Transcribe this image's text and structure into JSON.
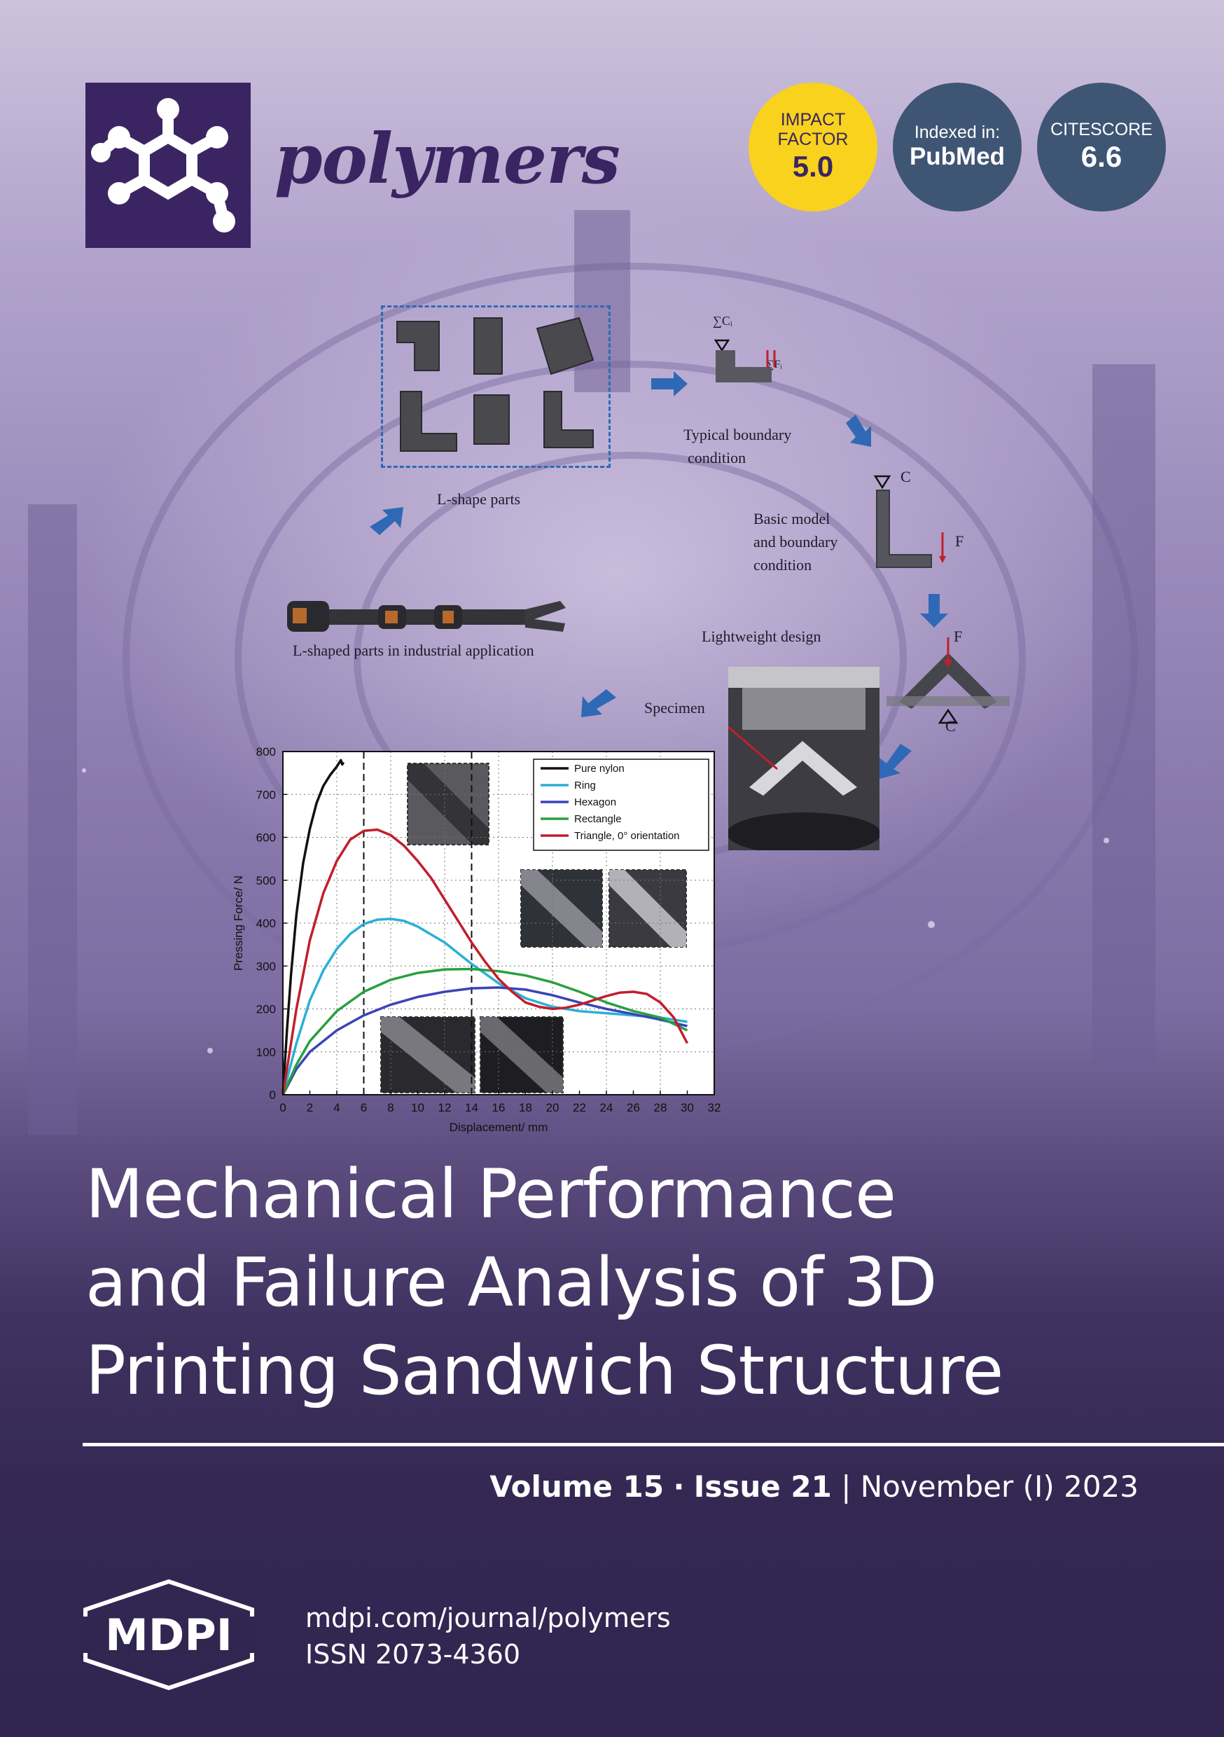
{
  "journal": {
    "name": "polymers"
  },
  "badges": {
    "impact": {
      "line1": "IMPACT",
      "line2": "FACTOR",
      "value": "5.0"
    },
    "indexed": {
      "line1": "Indexed in:",
      "value": "PubMed"
    },
    "citescore": {
      "line1": "CITESCORE",
      "value": "6.6"
    }
  },
  "colors": {
    "brand": "#3a2562",
    "impact_badge": "#f8d21c",
    "index_badge": "#3f5574",
    "footer_bg": "#302650"
  },
  "graphical_abstract": {
    "lshape_parts": "L-shape parts",
    "industrial": "L-shaped parts in industrial application",
    "typical_boundary": [
      "Typical boundary",
      "condition"
    ],
    "basic_model": [
      "Basic model",
      "and boundary",
      "condition"
    ],
    "lightweight": "Lightweight design",
    "specimen": "Specimen",
    "sum_c": "∑Cᵢ",
    "sum_f": "∑Fᵢ",
    "label_c": "C",
    "label_f": "F"
  },
  "chart_data": {
    "type": "line",
    "xlabel": "Displacement/ mm",
    "ylabel": "Pressing Force/ N",
    "xlim": [
      0,
      32
    ],
    "ylim": [
      0,
      800
    ],
    "xticks": [
      0,
      2,
      4,
      6,
      8,
      10,
      12,
      14,
      16,
      18,
      20,
      22,
      24,
      26,
      28,
      30,
      32
    ],
    "yticks": [
      0,
      100,
      200,
      300,
      400,
      500,
      600,
      700,
      800
    ],
    "grid": true,
    "legend_position": "top-right",
    "series": [
      {
        "name": "Pure nylon",
        "color": "#111111",
        "x": [
          0,
          0.3,
          0.6,
          1.0,
          1.5,
          2.0,
          2.5,
          3.0,
          3.5,
          4.0,
          4.3,
          4.4,
          4.5
        ],
        "y": [
          0,
          150,
          280,
          420,
          540,
          620,
          680,
          720,
          745,
          765,
          780,
          770,
          775
        ]
      },
      {
        "name": "Ring",
        "color": "#2ab0d6",
        "x": [
          0,
          1,
          2,
          3,
          4,
          5,
          6,
          7,
          8,
          9,
          10,
          12,
          14,
          16,
          18,
          20,
          22,
          24,
          26,
          28,
          30
        ],
        "y": [
          0,
          120,
          220,
          290,
          340,
          375,
          398,
          408,
          410,
          405,
          392,
          355,
          305,
          260,
          225,
          205,
          195,
          190,
          185,
          180,
          170
        ]
      },
      {
        "name": "Hexagon",
        "color": "#3a44b8",
        "x": [
          0,
          1,
          2,
          4,
          6,
          8,
          10,
          12,
          14,
          16,
          18,
          20,
          22,
          24,
          26,
          28,
          30
        ],
        "y": [
          0,
          60,
          100,
          150,
          185,
          210,
          228,
          240,
          248,
          250,
          245,
          232,
          215,
          200,
          188,
          175,
          160
        ]
      },
      {
        "name": "Rectangle",
        "color": "#27a040",
        "x": [
          0,
          1,
          2,
          4,
          6,
          8,
          10,
          12,
          14,
          16,
          18,
          20,
          22,
          24,
          26,
          28,
          30
        ],
        "y": [
          0,
          70,
          125,
          195,
          240,
          268,
          284,
          292,
          293,
          288,
          278,
          262,
          240,
          215,
          195,
          180,
          150
        ]
      },
      {
        "name": "Triangle, 0° orientation",
        "color": "#c21e2b",
        "x": [
          0,
          1,
          2,
          3,
          4,
          5,
          6,
          7,
          8,
          9,
          10,
          11,
          12,
          13,
          14,
          15,
          16,
          17,
          18,
          19,
          20,
          21,
          22,
          23,
          24,
          25,
          26,
          27,
          28,
          29,
          30
        ],
        "y": [
          0,
          200,
          360,
          470,
          545,
          595,
          615,
          618,
          605,
          580,
          545,
          505,
          455,
          405,
          355,
          310,
          270,
          240,
          215,
          205,
          200,
          203,
          210,
          220,
          230,
          238,
          240,
          235,
          215,
          180,
          120
        ]
      }
    ],
    "reference_lines_x": [
      6,
      14
    ]
  },
  "article": {
    "title_lines": [
      "Mechanical Performance",
      "and Failure Analysis of 3D",
      "Printing Sandwich Structure"
    ]
  },
  "issue": {
    "volume": "Volume 15",
    "sep": "·",
    "issue": "Issue 21",
    "bar": "|",
    "date": "November (I) 2023"
  },
  "footer": {
    "publisher": "MDPI",
    "url": "mdpi.com/journal/polymers",
    "issn": "ISSN 2073-4360"
  }
}
